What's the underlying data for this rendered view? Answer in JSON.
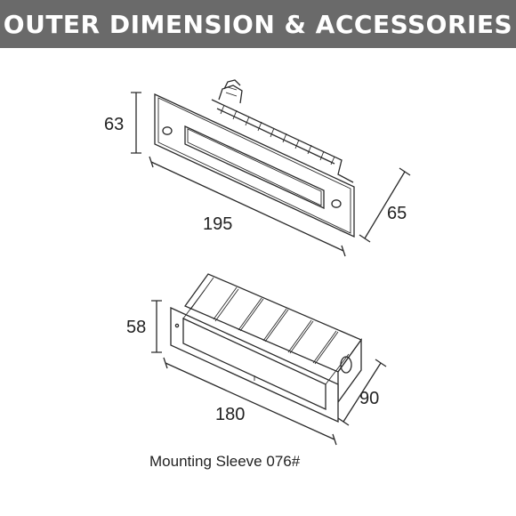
{
  "header": {
    "title": "OUTER DIMENSION & ACCESSORIES",
    "background": "#6a6a6a",
    "text_color": "#ffffff"
  },
  "fixture": {
    "height_label": "63",
    "length_label": "195",
    "depth_label": "65"
  },
  "sleeve": {
    "height_label": "58",
    "length_label": "180",
    "depth_label": "90",
    "caption": "Mounting Sleeve 076#"
  }
}
